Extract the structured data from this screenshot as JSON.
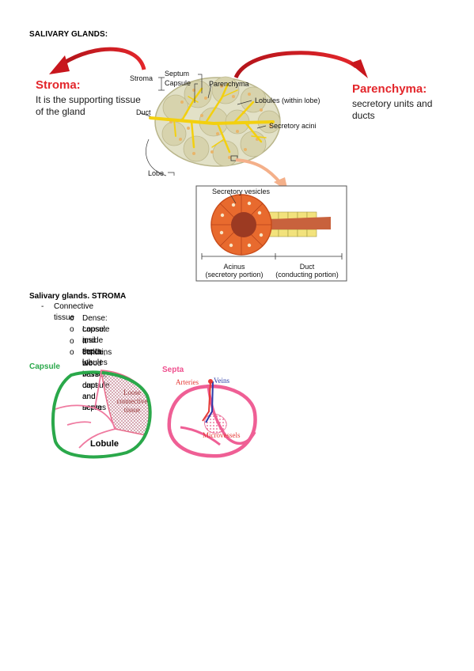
{
  "heading": "SALIVARY GLANDS:",
  "stroma": {
    "title": "Stroma:",
    "description": "It is the supporting tissue of the gland"
  },
  "parenchyma": {
    "title": "Parenchyma:",
    "description": "secretory units and ducts"
  },
  "gland_figure": {
    "stroma_label": "Stroma",
    "septum_label": "Septum",
    "capsule_label": "Capsule",
    "parenchyma_label": "Parenchyma",
    "lobules_label": "Lobules (within lobe)",
    "secretory_acini_label": "Secretory acini",
    "duct_label": "Duct",
    "lobe_label": "Lobe"
  },
  "inset_figure": {
    "secretory_vesicles_label": "Secretory vesicles",
    "acinus_label": "Acinus",
    "acinus_sub": "(secretory portion)",
    "duct_label": "Duct",
    "duct_sub": "(conducting portion)"
  },
  "section": {
    "title": "Salivary glands. STROMA",
    "item": "Connective tissue",
    "subitems": [
      "Dense: capsule and septa",
      "Loose: inside the lobules",
      "It contains blood vessel, duct and nerves",
      "Inside, we have capsule and septa"
    ]
  },
  "capsule_drawing": {
    "title": "Capsule",
    "loose_label": "Loose connective tissue",
    "lobule_label": "Lobule"
  },
  "septa_drawing": {
    "title": "Septa",
    "arteries_label": "Arteries",
    "veins_label": "Veins",
    "microvessels_label": "Microvessels"
  },
  "colors": {
    "red_accent": "#e3262b",
    "capsule_green": "#2aa84a",
    "septa_pink": "#ef4f8e",
    "vein_blue": "#2a3aa8"
  }
}
